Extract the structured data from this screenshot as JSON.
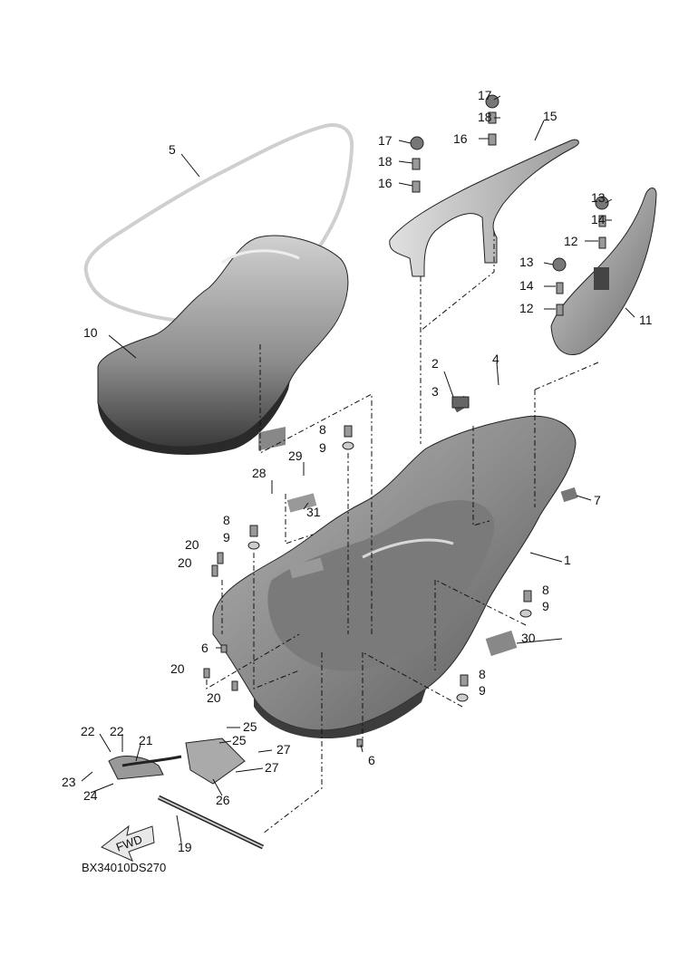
{
  "diagram": {
    "code": "BX34010DS270",
    "fwd_label": "FWD",
    "callouts": [
      {
        "id": "c1",
        "text": "1"
      },
      {
        "id": "c2",
        "text": "2"
      },
      {
        "id": "c3",
        "text": "3"
      },
      {
        "id": "c4",
        "text": "4"
      },
      {
        "id": "c5",
        "text": "5"
      },
      {
        "id": "c6a",
        "text": "6"
      },
      {
        "id": "c6b",
        "text": "6"
      },
      {
        "id": "c7",
        "text": "7"
      },
      {
        "id": "c8a",
        "text": "8"
      },
      {
        "id": "c8b",
        "text": "8"
      },
      {
        "id": "c8c",
        "text": "8"
      },
      {
        "id": "c8d",
        "text": "8"
      },
      {
        "id": "c9a",
        "text": "9"
      },
      {
        "id": "c9b",
        "text": "9"
      },
      {
        "id": "c9c",
        "text": "9"
      },
      {
        "id": "c9d",
        "text": "9"
      },
      {
        "id": "c10",
        "text": "10"
      },
      {
        "id": "c11",
        "text": "11"
      },
      {
        "id": "c12a",
        "text": "12"
      },
      {
        "id": "c12b",
        "text": "12"
      },
      {
        "id": "c13a",
        "text": "13"
      },
      {
        "id": "c13b",
        "text": "13"
      },
      {
        "id": "c14a",
        "text": "14"
      },
      {
        "id": "c14b",
        "text": "14"
      },
      {
        "id": "c15",
        "text": "15"
      },
      {
        "id": "c16a",
        "text": "16"
      },
      {
        "id": "c16b",
        "text": "16"
      },
      {
        "id": "c17a",
        "text": "17"
      },
      {
        "id": "c17b",
        "text": "17"
      },
      {
        "id": "c18a",
        "text": "18"
      },
      {
        "id": "c18b",
        "text": "18"
      },
      {
        "id": "c19",
        "text": "19"
      },
      {
        "id": "c20a",
        "text": "20"
      },
      {
        "id": "c20b",
        "text": "20"
      },
      {
        "id": "c20c",
        "text": "20"
      },
      {
        "id": "c20d",
        "text": "20"
      },
      {
        "id": "c21",
        "text": "21"
      },
      {
        "id": "c22a",
        "text": "22"
      },
      {
        "id": "c22b",
        "text": "22"
      },
      {
        "id": "c23",
        "text": "23"
      },
      {
        "id": "c24",
        "text": "24"
      },
      {
        "id": "c25a",
        "text": "25"
      },
      {
        "id": "c25b",
        "text": "25"
      },
      {
        "id": "c26",
        "text": "26"
      },
      {
        "id": "c27a",
        "text": "27"
      },
      {
        "id": "c27b",
        "text": "27"
      },
      {
        "id": "c28",
        "text": "28"
      },
      {
        "id": "c29",
        "text": "29"
      },
      {
        "id": "c30",
        "text": "30"
      },
      {
        "id": "c31",
        "text": "31"
      }
    ]
  }
}
